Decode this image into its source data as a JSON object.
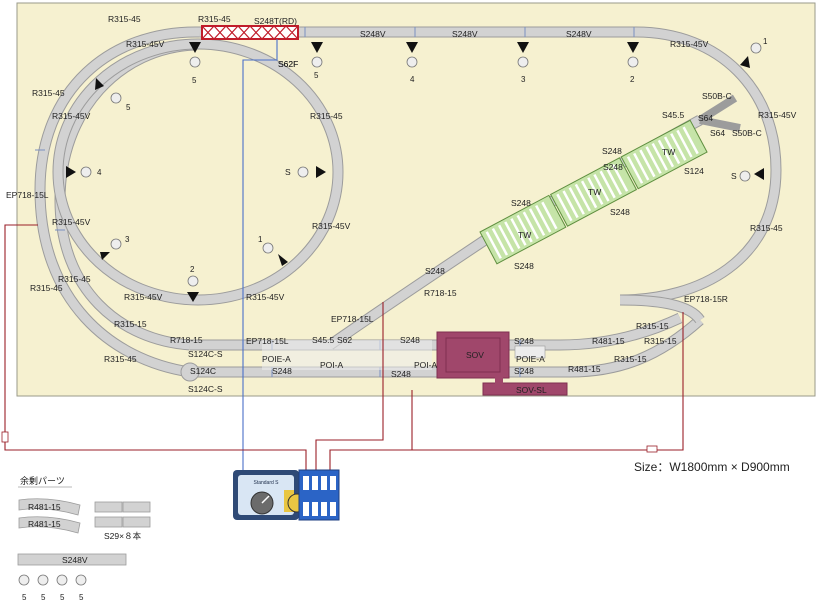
{
  "title": "",
  "size_label": "Size：W1800mm × D900mm",
  "colors": {
    "board": "#f6f1d0",
    "board_border": "#9a9a8a",
    "track": "#cfcfcf",
    "track_edge": "#9c9c9c",
    "wire_red": "#9a1f28",
    "wire_blue": "#4a70c8",
    "yard": "#c6e4a8",
    "yard_edge": "#5f8f3f",
    "sov": "#a0476b",
    "sov_dark": "#7f2f50",
    "bridge_red": "#c01c2a"
  },
  "track_labels": {
    "r315_45_a": "R315-45",
    "r315_45_b": "R315-45",
    "s248t": "S248T(RD)",
    "r315_45v_a": "R315-45V",
    "s248v_a": "S248V",
    "s248v_b": "S248V",
    "s248v_c": "S248V",
    "r315_45v_b": "R315-45V",
    "s62f": "S62F",
    "r315_45_c": "R315-45",
    "r315_45v_c": "R315-45V",
    "r315_45_d": "R315-45",
    "s50b_c_a": "S50B-C",
    "s45_5_a": "S45.5",
    "s64_a": "S64",
    "s64_b": "S64",
    "s50b_c_b": "S50B-C",
    "r315_45v_d": "R315-45V",
    "ep718_15l_a": "EP718-15L",
    "r315_45v_e": "R315-45V",
    "r315_45_e": "R315-45",
    "r315_45_f": "R315-45",
    "r315_45v_f": "R315-45V",
    "r315_45v_g": "R315-45V",
    "r315_45v_h": "R315-45V",
    "r315_45_g": "R315-45",
    "r315_15_a": "R315-15",
    "r718_15_a": "R718-15",
    "ep718_15l_b": "EP718-15L",
    "s45_5_b": "S45.5",
    "s62": "S62",
    "s248_a": "S248",
    "s248_b": "S248",
    "r481_15_a": "R481-15",
    "r315_15_b": "R315-15",
    "r315_45_h": "R315-45",
    "s124c_s_a": "S124C-S",
    "poie_a_a": "POIE-A",
    "poi_a_a": "POI-A",
    "poi_a_b": "POI-A",
    "poie_a_b": "POIE-A",
    "r315_15_c": "R315-15",
    "s124c": "S124C",
    "s248_c": "S248",
    "s248_d": "S248",
    "s248_e": "S248",
    "r481_15_b": "R481-15",
    "s124c_s_b": "S124C-S",
    "sov": "SOV",
    "sov_sl": "SOV-SL",
    "ep718_15l_c": "EP718-15L",
    "r718_15_b": "R718-15",
    "ep718_15r": "EP718-15R",
    "r315_15_d": "R315-15",
    "s248_f": "S248",
    "s248_g": "S248",
    "s248_h": "S248",
    "s248_i": "S248",
    "s248_j": "S248",
    "s248_k": "S248",
    "s124": "S124",
    "tw_a": "TW",
    "tw_b": "TW",
    "tw_c": "TW",
    "s": "S",
    "s_b": "S"
  },
  "pier_numbers": {
    "p5_top": "5",
    "p5_top2": "5",
    "p4_top": "4",
    "p3_top": "3",
    "p2_top": "2",
    "p1_right": "1",
    "p5_inner": "5",
    "p4_inner": "4",
    "p3_inner": "3",
    "p2_inner": "2",
    "p1_inner": "1"
  },
  "spare_parts": {
    "title": "余剰パーツ",
    "r481_a": "R481-15",
    "r481_b": "R481-15",
    "s29": "S29×８本",
    "s248v": "S248V",
    "piers": [
      "5",
      "5",
      "5",
      "5"
    ]
  },
  "controller": {
    "label": "Standard S"
  }
}
